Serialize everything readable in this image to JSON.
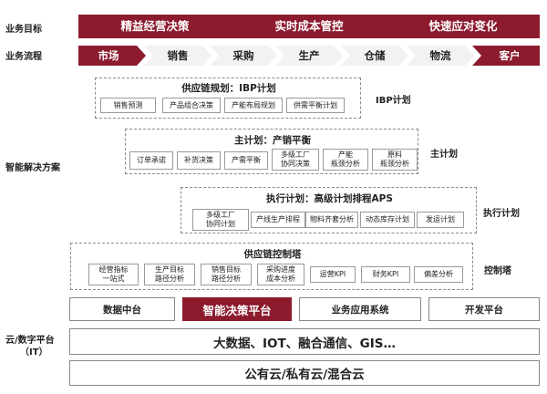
{
  "rows": {
    "goals": "业务目标",
    "process": "业务流程",
    "solution": "智能解决方案",
    "platform_line1": "云/数字平台",
    "platform_line2": "（IT）"
  },
  "goals": [
    "精益经营决策",
    "实时成本管控",
    "快速应对变化"
  ],
  "flow": [
    "市场",
    "销售",
    "采购",
    "生产",
    "仓储",
    "物流",
    "客户"
  ],
  "flow_highlight": [
    "市场",
    "客户"
  ],
  "colors": {
    "brand": "#8c1b2e",
    "arrow_grey": "#f2f2f2",
    "border": "#8a8a8a"
  },
  "sections": {
    "ibp": {
      "title": "供应链规划：IBP计划",
      "label": "IBP计划",
      "items": [
        "销售预测",
        "产品组合决策",
        "产能布局规划",
        "供需平衡计划"
      ]
    },
    "master": {
      "title": "主计划：产销平衡",
      "label": "主计划",
      "items": [
        "订单承诺",
        "补货决策",
        "产需平衡",
        "多级工厂\n协同决策",
        "产能\n瓶颈分析",
        "原料\n瓶颈分析"
      ]
    },
    "exec": {
      "title": "执行计划：高级计划排程APS",
      "label": "执行计划",
      "items": [
        "多级工厂\n协同计划",
        "产线生产排程",
        "物料齐套分析",
        "动态库存计划",
        "发运计划"
      ]
    },
    "control": {
      "title": "供应链控制塔",
      "label": "控制塔",
      "items": [
        "经营指标\n一站式",
        "生产目标\n路径分析",
        "销售目标\n路径分析",
        "采购进度\n成本分析",
        "运营KPI",
        "财务KPI",
        "偏差分析"
      ]
    }
  },
  "platforms": [
    "数据中台",
    "智能决策平台",
    "业务应用系统",
    "开发平台"
  ],
  "platform_active": "智能决策平台",
  "tech": "大数据、IOT、融合通信、GIS…",
  "cloud": "公有云/私有云/混合云"
}
